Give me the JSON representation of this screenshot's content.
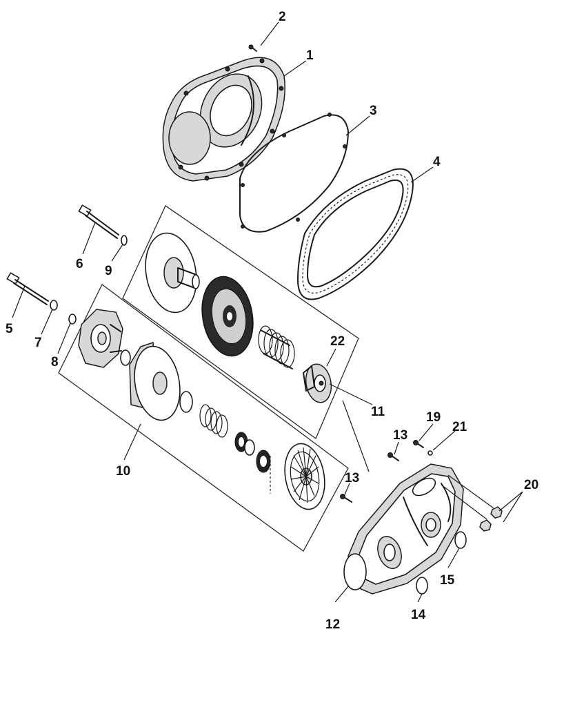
{
  "callouts": {
    "c1": "1",
    "c2": "2",
    "c3": "3",
    "c4": "4",
    "c5": "5",
    "c6": "6",
    "c7": "7",
    "c8": "8",
    "c9": "9",
    "c10": "10",
    "c11": "11",
    "c12": "12",
    "c13a": "13",
    "c13b": "13",
    "c14": "14",
    "c15": "15",
    "c19": "19",
    "c20": "20",
    "c21": "21",
    "c22": "22"
  }
}
